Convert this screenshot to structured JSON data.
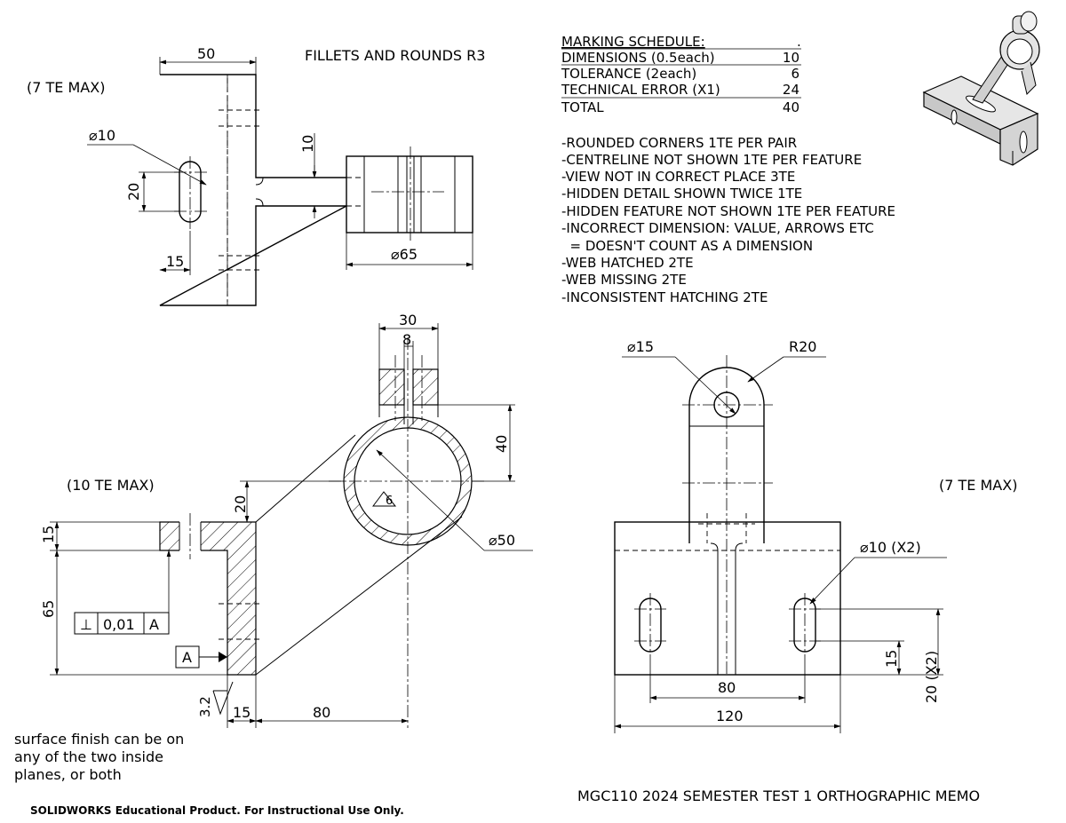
{
  "notes": {
    "fillets": "FILLETS AND ROUNDS R3",
    "te_top_left": "(7 TE MAX)",
    "te_bottom_left": "(10 TE MAX)",
    "te_bottom_right": "(7 TE MAX)",
    "surface_finish": [
      "surface finish can be on",
      "any of the two inside",
      "planes, or both"
    ],
    "edu_stamp": "SOLIDWORKS Educational Product. For Instructional Use Only.",
    "title": "MGC110 2024 SEMESTER TEST 1 ORTHOGRAPHIC MEMO"
  },
  "marking_schedule": {
    "heading": "MARKING SCHEDULE:",
    "heading_mark": ".",
    "rows": [
      {
        "label": "DIMENSIONS (0.5each)",
        "value": "10"
      },
      {
        "label": "TOLERANCE (2each)",
        "value": "6"
      },
      {
        "label": "TECHNICAL ERROR (X1)",
        "value": "24"
      },
      {
        "label": "TOTAL",
        "value": "40"
      }
    ]
  },
  "penalties": [
    "-ROUNDED CORNERS 1TE PER PAIR",
    "-CENTRELINE NOT SHOWN 1TE PER FEATURE",
    "-VIEW NOT IN CORRECT PLACE 3TE",
    "-HIDDEN DETAIL SHOWN TWICE 1TE",
    "-HIDDEN FEATURE NOT SHOWN 1TE PER FEATURE",
    "-INCORRECT DIMENSION: VALUE, ARROWS ETC",
    "  = DOESN'T COUNT AS A DIMENSION",
    "-WEB HATCHED 2TE",
    "-WEB MISSING 2TE",
    "-INCONSISTENT HATCHING 2TE"
  ],
  "dimensions": {
    "top_width": "50",
    "slot_dia": "⌀10",
    "slot_length": "20",
    "slot_offset": "15",
    "web_thickness": "10",
    "ring_dia_side": "⌀65",
    "jaw_width": "30",
    "jaw_gap": "8",
    "ring_height": "40",
    "ring_offset": "20",
    "ring_dia": "⌀50",
    "ring_thickness": "6",
    "base_thickness": "15",
    "height": "65",
    "gtol_symbol": "⊥",
    "gtol_value": "0,01",
    "gtol_datum": "A",
    "datum": "A",
    "surface_value": "3.2",
    "wall_thickness": "15",
    "horizontal_reach": "80",
    "hole_dia": "⌀15",
    "top_radius": "R20",
    "slot_dia_x2": "⌀10 (X2)",
    "slot_spacing": "80",
    "base_width": "120",
    "slot_vert_offset": "15",
    "slot_length_x2": "20 (X2)"
  }
}
